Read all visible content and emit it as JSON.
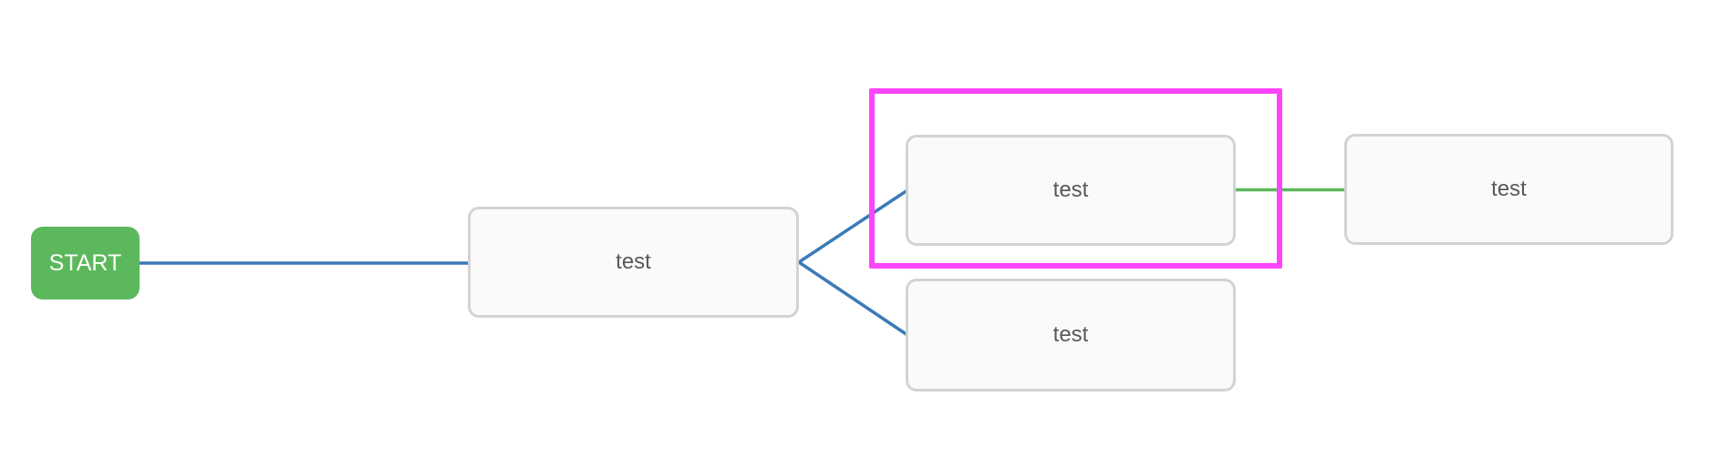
{
  "diagram": {
    "background": "#ffffff",
    "start_node": {
      "label": "START",
      "background": "#5cb85c",
      "text_color": "#ffffff"
    },
    "nodes": [
      {
        "id": "node-1",
        "label": "test",
        "selected": false
      },
      {
        "id": "node-2",
        "label": "test",
        "selected": true
      },
      {
        "id": "node-3",
        "label": "test",
        "selected": false
      },
      {
        "id": "node-4",
        "label": "test",
        "selected": false
      }
    ],
    "node_style": {
      "background": "#fafafa",
      "border_color": "#d3d3d3",
      "label_color": "#595959"
    },
    "edges": [
      {
        "from": "start",
        "to": "node-1",
        "color": "#3a7ab7"
      },
      {
        "from": "node-1",
        "to": "node-2",
        "color": "#3a7ab7"
      },
      {
        "from": "node-1",
        "to": "node-3",
        "color": "#3a7ab7"
      },
      {
        "from": "node-2",
        "to": "node-4",
        "color": "#5cb85c"
      }
    ],
    "selection": {
      "border_color": "#fd44fd",
      "around": "node-2"
    }
  }
}
